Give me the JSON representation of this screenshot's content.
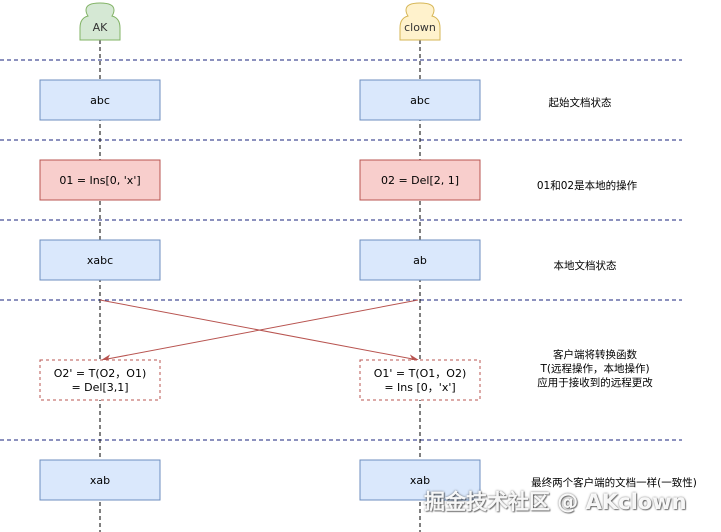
{
  "colors": {
    "doc_fill": "#dae8fc",
    "doc_stroke": "#6c8ebf",
    "op_fill": "#f8cecc",
    "op_stroke": "#b85450",
    "arrow": "#b85450",
    "actor_a_fill": "#d5e8d4",
    "actor_a_stroke": "#82b366",
    "actor_b_fill": "#fff2cc",
    "actor_b_stroke": "#d6b656"
  },
  "actors": {
    "left": "AK",
    "right": "clown"
  },
  "rows": {
    "initial": {
      "left": "abc",
      "right": "abc",
      "note": "起始文档状态"
    },
    "ops": {
      "left": "01 = Ins[0, 'x']",
      "right": "02 = Del[2, 1]",
      "note": "01和02是本地的操作"
    },
    "local": {
      "left": "xabc",
      "right": "ab",
      "note": "本地文档状态"
    },
    "transform": {
      "left_line1": "O2' = T(O2，O1)",
      "left_line2": "= Del[3,1]",
      "right_line1": "O1' = T(O1，O2)",
      "right_line2": "= Ins [0，'x']",
      "note_line1": "客户端将转换函数",
      "note_line2": "T(远程操作，本地操作)",
      "note_line3": "应用于接收到的远程更改"
    },
    "final": {
      "left": "xab",
      "right": "xab",
      "note": "最终两个客户端的文档一样(一致性)"
    }
  },
  "watermark": "掘金技术社区 @ AKclown"
}
